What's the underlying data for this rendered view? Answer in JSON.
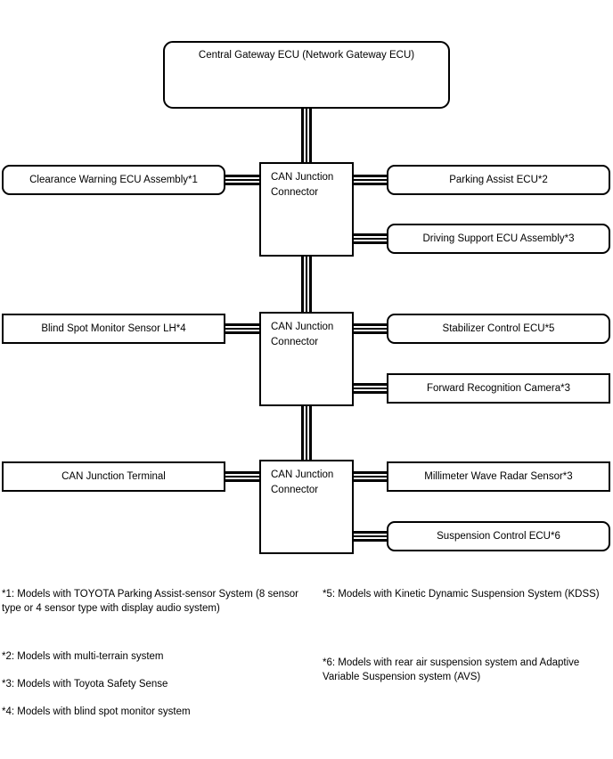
{
  "diagram": {
    "title_box": "Central Gateway ECU (Network Gateway ECU)",
    "tiers": [
      {
        "junction": "CAN Junction Connector",
        "left": "Clearance Warning ECU Assembly*1",
        "right_top": "Parking Assist ECU*2",
        "right_bottom": "Driving Support ECU Assembly*3"
      },
      {
        "junction": "CAN Junction Connector",
        "left": "Blind Spot Monitor Sensor LH*4",
        "right_top": "Stabilizer Control ECU*5",
        "right_bottom": "Forward Recognition Camera*3"
      },
      {
        "junction": "CAN Junction Connector",
        "left": "CAN Junction Terminal",
        "right_top": "Millimeter Wave Radar Sensor*3",
        "right_bottom": "Suspension Control ECU*6"
      }
    ],
    "footnotes": {
      "fn1": "*1: Models with TOYOTA Parking Assist-sensor System (8 sensor type or 4 sensor type with display audio system)",
      "fn2": "*2: Models with multi-terrain system",
      "fn3": "*3: Models with Toyota Safety Sense",
      "fn4": "*4: Models with blind spot monitor system",
      "fn5": "*5: Models with Kinetic Dynamic Suspension System (KDSS)",
      "fn6": "*6: Models with rear air suspension system and Adaptive Variable Suspension system (AVS)"
    },
    "colors": {
      "line": "#000000",
      "background": "#ffffff"
    }
  }
}
